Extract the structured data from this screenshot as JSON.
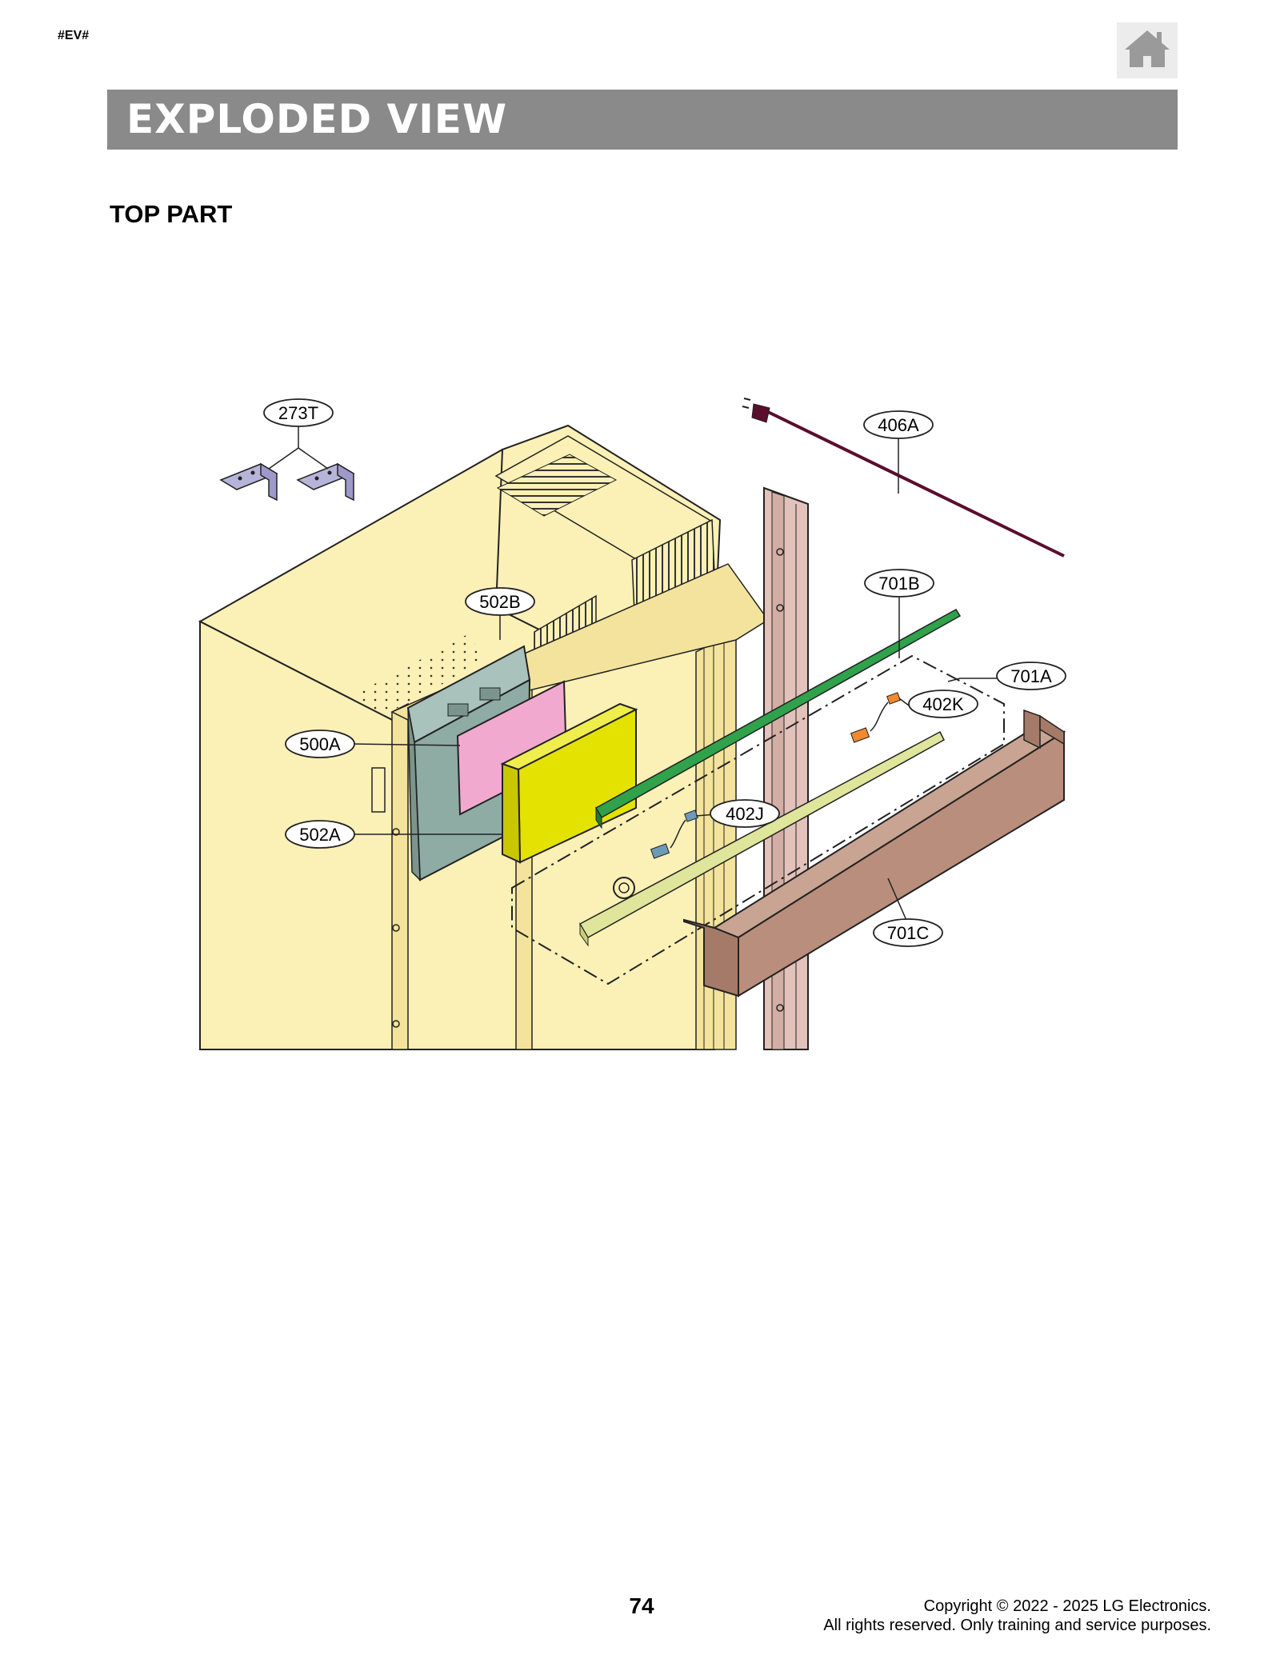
{
  "header": {
    "tag": "#EV#",
    "home_icon": "home-icon"
  },
  "banner": {
    "title": "EXPLODED VIEW"
  },
  "section": {
    "title": "TOP PART"
  },
  "callouts": {
    "c273T": "273T",
    "c406A": "406A",
    "c701B": "701B",
    "c502B": "502B",
    "c701A": "701A",
    "c402K": "402K",
    "c500A": "500A",
    "c402J": "402J",
    "c502A": "502A",
    "c701C": "701C"
  },
  "colors": {
    "cabinet": "#fbf0b6",
    "pcb_cover": "#8eaba4",
    "pink_sheet": "#f1a9cf",
    "yellow_box": "#e4e200",
    "green_rail": "#2fa24b",
    "pink_rail": "#e2c2ba",
    "brown_trim": "#b98e7c",
    "bracket": "#b7b4d9",
    "cord": "#5b0d2e",
    "sensor_orange": "#ef8a2f",
    "sensor_blue": "#6c9ab9",
    "banner_bg": "#8a8a8a"
  },
  "footer": {
    "page_number": "74",
    "copyright_line1": "Copyright © 2022 - 2025 LG Electronics.",
    "copyright_line2": "All rights reserved. Only training and service purposes."
  }
}
